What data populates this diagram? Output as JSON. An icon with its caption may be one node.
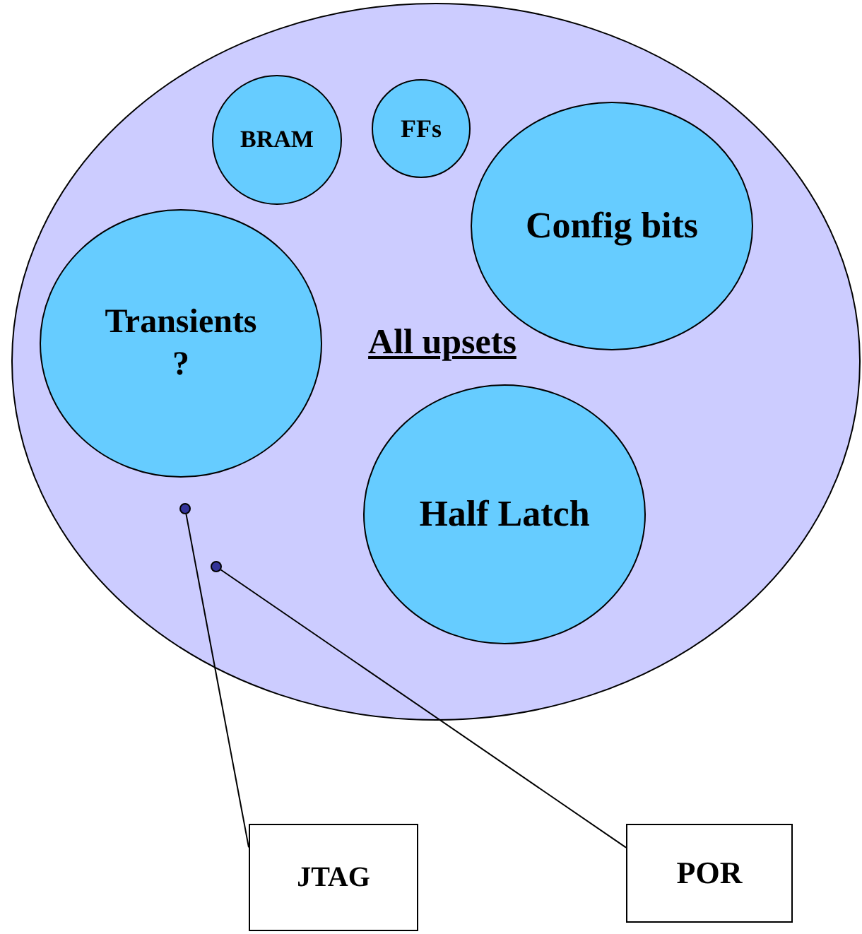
{
  "diagram": {
    "nodes": [
      {
        "text": [
          "All upsets"
        ]
      },
      {
        "text": [
          "BRAM"
        ],
        "in": 0
      },
      {
        "text": [
          "FFs"
        ],
        "in": 0
      },
      {
        "text": [
          "Config bits"
        ],
        "in": 0
      },
      {
        "text": [
          "Transients ?"
        ],
        "in": 0
      },
      {
        "text": [
          "Half Latch"
        ],
        "in": 0
      },
      {
        "text": [],
        "shape": "circle",
        "in": 0
      },
      {
        "text": [],
        "shape": "circle",
        "in": 0
      },
      {
        "text": [
          "JTAG"
        ]
      },
      {
        "text": [
          "POR"
        ]
      }
    ],
    "edges": [
      {
        "from": 8,
        "to": 6,
        "arrow": "none"
      },
      {
        "from": 9,
        "to": 7,
        "arrow": "none"
      }
    ]
  }
}
